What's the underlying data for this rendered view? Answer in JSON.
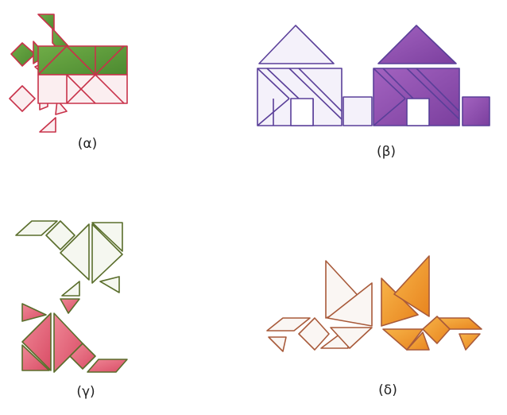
{
  "panels": [
    {
      "id": "alpha",
      "label": "(α)",
      "outline_color": "#c8324a",
      "fill_color": "#5c9a3c",
      "light_color": "#fbeef0"
    },
    {
      "id": "beta",
      "label": "(β)",
      "outline_color": "#5a3f99",
      "fill_color": "#8f53b0",
      "light_color": "#f4f1fa"
    },
    {
      "id": "gamma",
      "label": "(γ)",
      "outline_color": "#5a6e2c",
      "fill_color": "#e5647a",
      "light_color": "#f5f7f0"
    },
    {
      "id": "delta",
      "label": "(δ)",
      "outline_color": "#a85a3a",
      "fill_color": "#f29a2e",
      "light_color": "#faf6f3"
    }
  ]
}
